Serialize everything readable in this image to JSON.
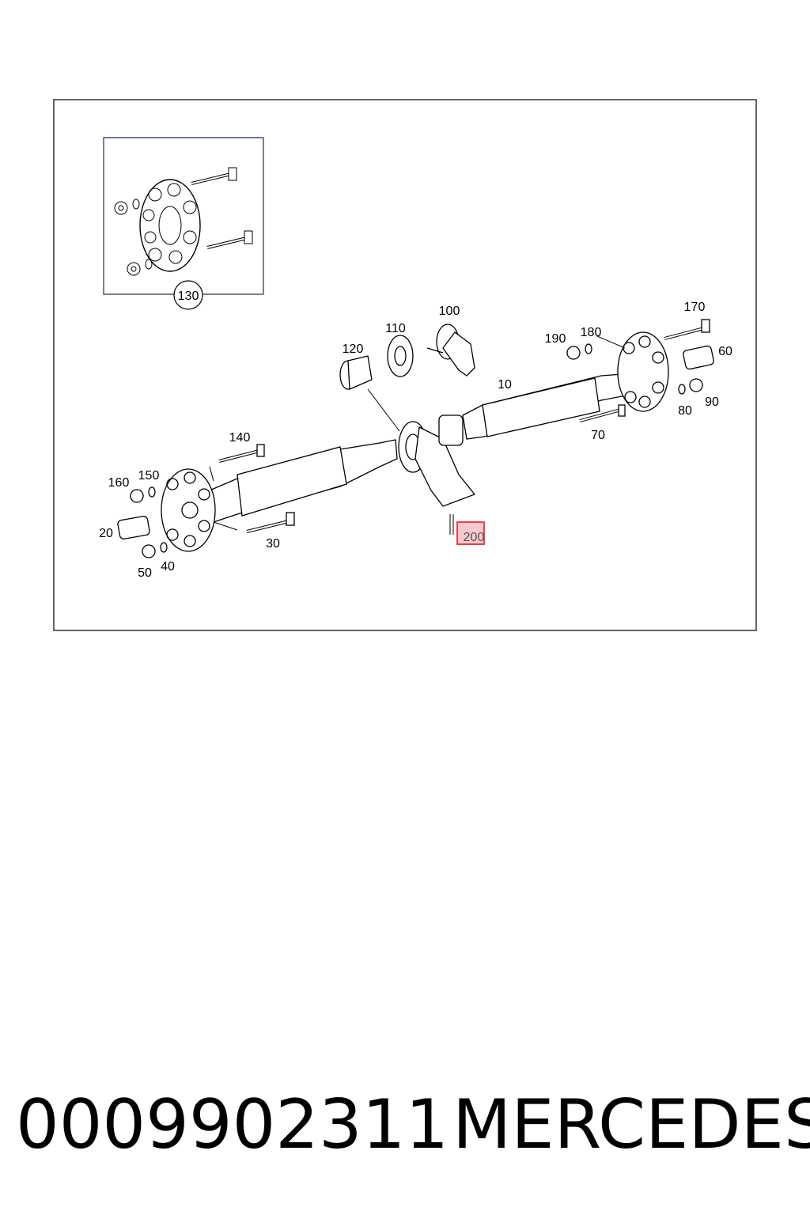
{
  "callouts": {
    "c10": "10",
    "c20": "20",
    "c30": "30",
    "c40": "40",
    "c50": "50",
    "c60": "60",
    "c70": "70",
    "c80": "80",
    "c90": "90",
    "c100": "100",
    "c110": "110",
    "c120": "120",
    "c130": "130",
    "c140": "140",
    "c150": "150",
    "c160": "160",
    "c170": "170",
    "c180": "180",
    "c190": "190",
    "c200": "200"
  },
  "highlight_color": "#e8303a",
  "highlight_fill": "#f6c9cc",
  "footer": {
    "part_number": "0009902311",
    "brand": "MERCEDES"
  }
}
